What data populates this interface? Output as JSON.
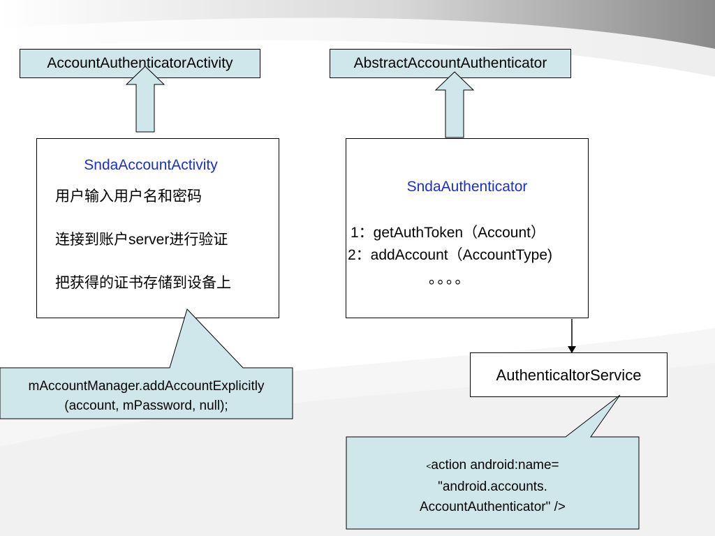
{
  "top_boxes": {
    "left": "AccountAuthenticatorActivity",
    "right": "AbstractAccountAuthenticator"
  },
  "activity_box": {
    "title": "SndaAccountActivity",
    "line1": "用户输入用户名和密码",
    "line2_pre": "连接到账户",
    "line2_mid": "server",
    "line2_post": "进行验证",
    "line3": "把获得的证书存储到设备上"
  },
  "authenticator_box": {
    "title": "SndaAuthenticator",
    "line1": "1：getAuthToken（Account）",
    "line2": "2：addAccount（AccountType)",
    "line3": "。。。。"
  },
  "service_box": {
    "label": "AuthenticaltorService"
  },
  "callout_left": {
    "line1": "mAccountManager.addAccountExplicitly",
    "line2": "(account, mPassword, null);"
  },
  "callout_right": {
    "line1_lt": "<",
    "line1": "action android:name=",
    "line2": "\"android.accounts.",
    "line3": "AccountAuthenticator\" />"
  },
  "colors": {
    "teal_fill": "#cfe7ea",
    "title_blue": "#1a2fd0"
  }
}
